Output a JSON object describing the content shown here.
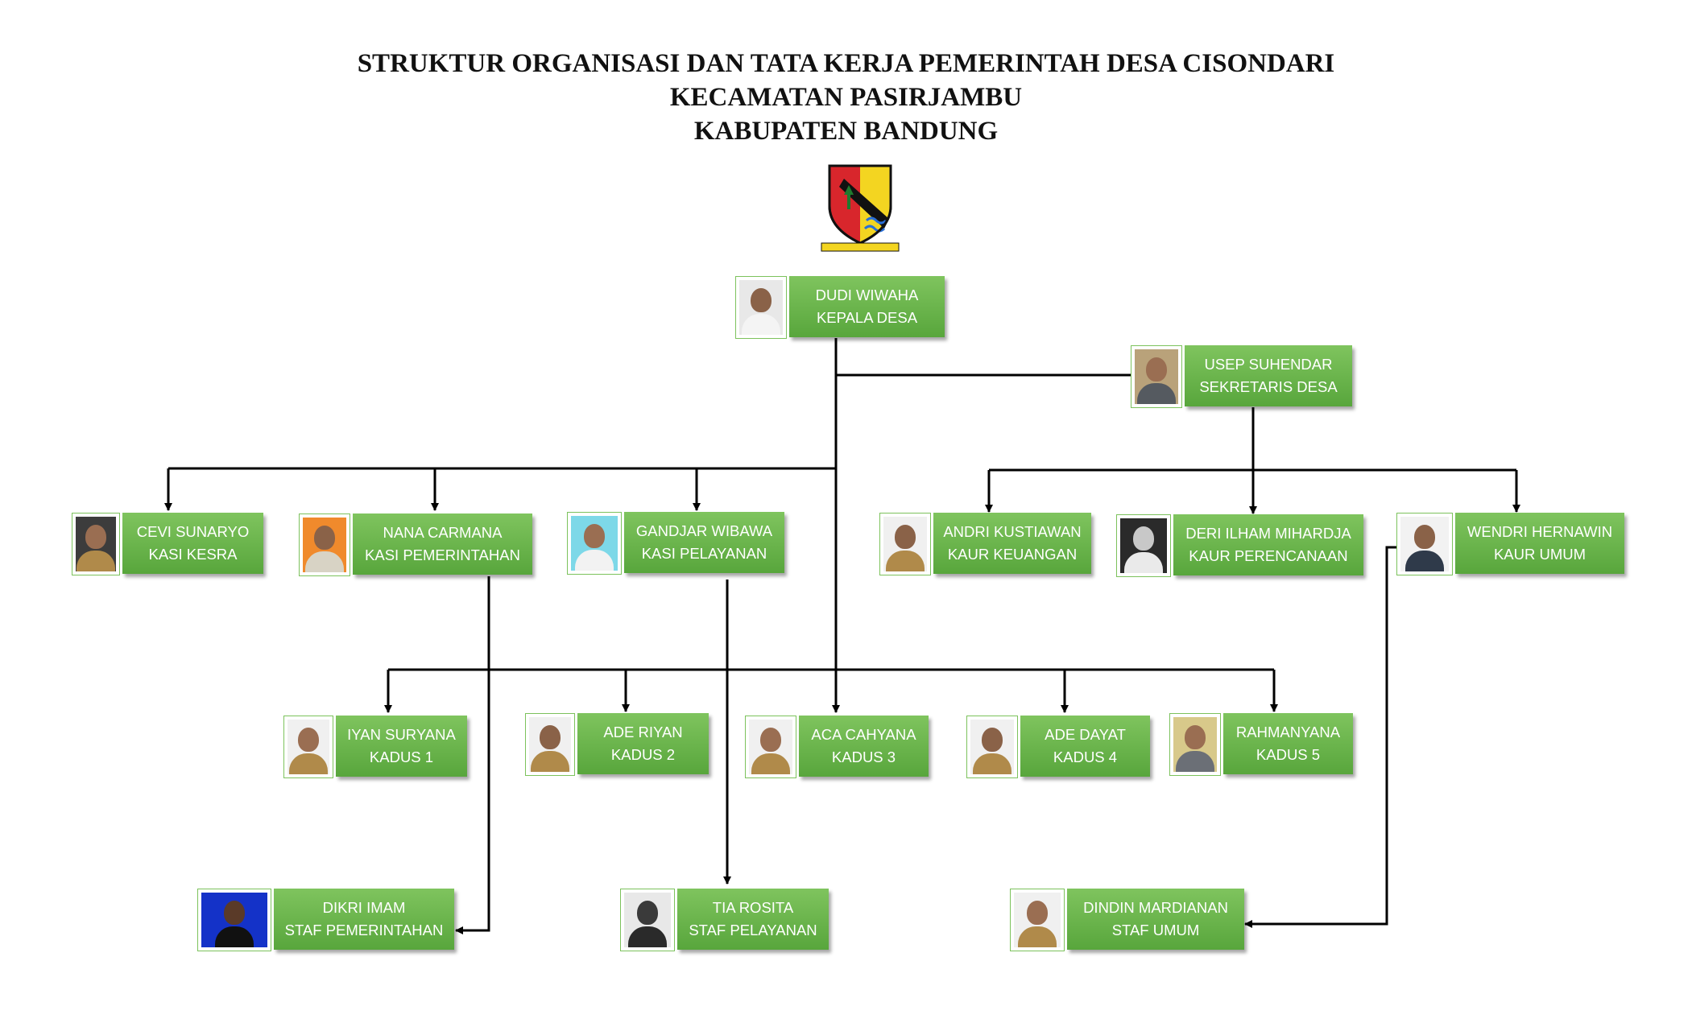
{
  "title": {
    "line1": "STRUKTUR ORGANISASI DAN TATA KERJA PEMERINTAH DESA CISONDARI",
    "line2": "KECAMATAN PASIRJAMBU",
    "line3": "KABUPATEN BANDUNG"
  },
  "colors": {
    "box_fill": "#6ab84c",
    "line": "#000000",
    "emblem_red": "#d8262c",
    "emblem_yellow": "#f3d521"
  },
  "nodes": {
    "kepala": {
      "name": "DUDI WIWAHA",
      "role": "KEPALA DESA"
    },
    "sekretaris": {
      "name": "USEP SUHENDAR",
      "role": "SEKRETARIS DESA"
    },
    "kesra": {
      "name": "CEVI SUNARYO",
      "role": "KASI KESRA"
    },
    "pemerintahan": {
      "name": "NANA CARMANA",
      "role": "KASI PEMERINTAHAN"
    },
    "pelayanan": {
      "name": "GANDJAR WIBAWA",
      "role": "KASI PELAYANAN"
    },
    "keuangan": {
      "name": "ANDRI KUSTIAWAN",
      "role": "KAUR KEUANGAN"
    },
    "perencanaan": {
      "name": "DERI ILHAM MIHARDJA",
      "role": "KAUR PERENCANAAN"
    },
    "umum": {
      "name": "WENDRI HERNAWIN",
      "role": "KAUR UMUM"
    },
    "kadus1": {
      "name": "IYAN SURYANA",
      "role": "KADUS 1"
    },
    "kadus2": {
      "name": "ADE RIYAN",
      "role": "KADUS 2"
    },
    "kadus3": {
      "name": "ACA CAHYANA",
      "role": "KADUS 3"
    },
    "kadus4": {
      "name": "ADE DAYAT",
      "role": "KADUS 4"
    },
    "kadus5": {
      "name": "RAHMANYANA",
      "role": "KADUS 5"
    },
    "staf_pemerintahan": {
      "name": "DIKRI IMAM",
      "role": "STAF PEMERINTAHAN"
    },
    "staf_pelayanan": {
      "name": "TIA ROSITA",
      "role": "STAF PELAYANAN"
    },
    "staf_umum": {
      "name": "DINDIN MARDIANAN",
      "role": "STAF UMUM"
    }
  }
}
